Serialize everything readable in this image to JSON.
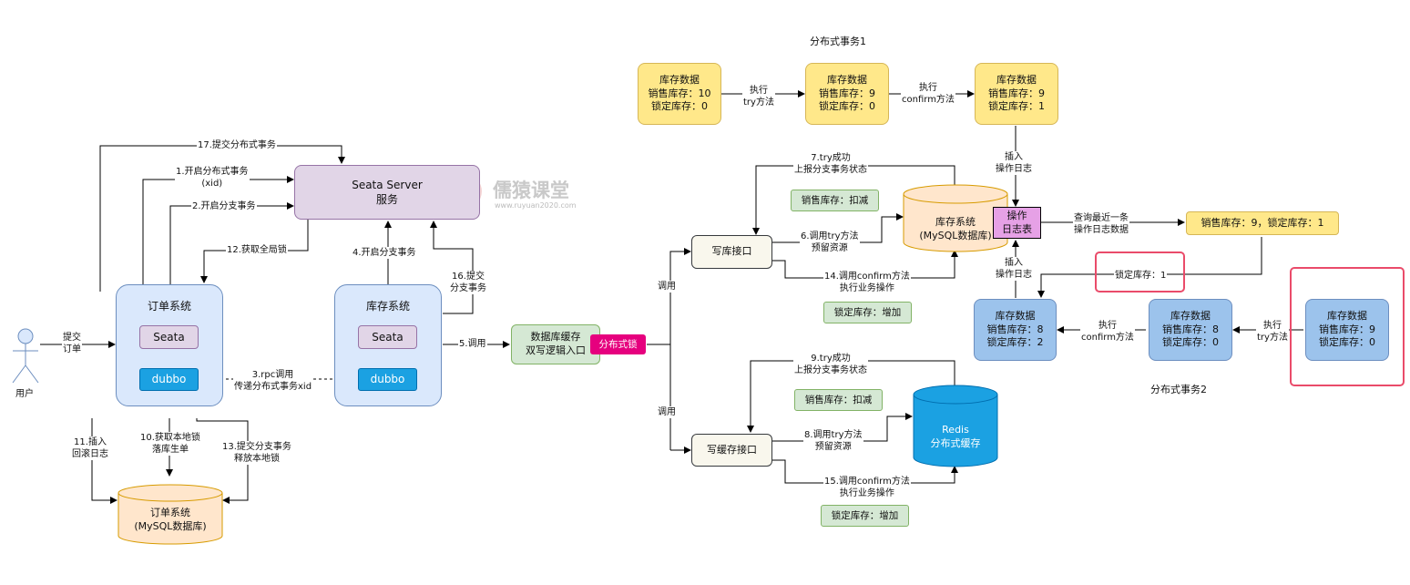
{
  "titles": {
    "tx1": "分布式事务1",
    "tx2": "分布式事务2"
  },
  "actor": {
    "label": "用户"
  },
  "watermark": {
    "brand": "儒猿课堂",
    "url": "www.ruyuan2020.com"
  },
  "seata_server": {
    "title": "Seata Server\n服务"
  },
  "order_system": {
    "title": "订单系统",
    "seata": "Seata",
    "dubbo": "dubbo"
  },
  "inventory_system": {
    "title": "库存系统",
    "seata": "Seata",
    "dubbo": "dubbo"
  },
  "order_db": {
    "title": "订单系统\n(MySQL数据库)"
  },
  "inventory_db": {
    "title": "库存系统\n(MySQL数据库)"
  },
  "redis": {
    "title": "Redis\n分布式缓存"
  },
  "double_write": {
    "title": "数据库缓存\n双写逻辑入口",
    "lock": "分布式锁"
  },
  "write_db_api": {
    "title": "写库接口"
  },
  "write_cache_api": {
    "title": "写缓存接口"
  },
  "op_log": {
    "title": "操作\n日志表"
  },
  "op_log_result": {
    "text": "销售库存：9，锁定库存：1"
  },
  "locked_note": {
    "text": "锁定库存：1"
  },
  "tags": {
    "sale_deduct_1": "销售库存：扣减",
    "lock_add_1": "锁定库存：增加",
    "sale_deduct_2": "销售库存：扣减",
    "lock_add_2": "锁定库存：增加"
  },
  "tx1_boxes": [
    "库存数据\n销售库存：10\n锁定库存：0",
    "库存数据\n销售库存：9\n锁定库存：0",
    "库存数据\n销售库存：9\n锁定库存：1"
  ],
  "tx2_boxes": [
    "库存数据\n销售库存：8\n锁定库存：2",
    "库存数据\n销售库存：8\n锁定库存：0",
    "库存数据\n销售库存：9\n锁定库存：0"
  ],
  "edges": {
    "submit_order": "提交\n订单",
    "e17": "17.提交分布式事务",
    "e1": "1.开启分布式事务\n(xid)",
    "e2": "2.开启分支事务",
    "e12": "12.获取全局锁",
    "e4": "4.开启分支事务",
    "e16": "16.提交\n分支事务",
    "e3": "3.rpc调用\n传递分布式事务xid",
    "e5": "5.调用",
    "e11": "11.插入\n回滚日志",
    "e10": "10.获取本地锁\n落库生单",
    "e13": "13.提交分支事务\n释放本地锁",
    "call_top": "调用",
    "call_bottom": "调用",
    "e7": "7.try成功\n上报分支事务状态",
    "e6": "6.调用try方法\n预留资源",
    "e14": "14.调用confirm方法\n执行业务操作",
    "e9": "9.try成功\n上报分支事务状态",
    "e8": "8.调用try方法\n预留资源",
    "e15": "15.调用confirm方法\n执行业务操作",
    "exec_try_1": "执行\ntry方法",
    "exec_confirm_1": "执行\nconfirm方法",
    "insert_log_1": "插入\n操作日志",
    "query_log": "查询最近一条\n操作日志数据",
    "insert_log_2": "插入\n操作日志",
    "exec_confirm_2": "执行\nconfirm方法",
    "exec_try_2": "执行\ntry方法"
  },
  "colors": {
    "yellow": "#ffe88a",
    "blue": "#9cc3ec",
    "purple": "#e1d5e7",
    "green": "#d5e8d4",
    "orange": "#ffe6cc",
    "redis": "#1ba1e2",
    "pink": "#e6007e",
    "red_frame": "#ea4b6a"
  }
}
